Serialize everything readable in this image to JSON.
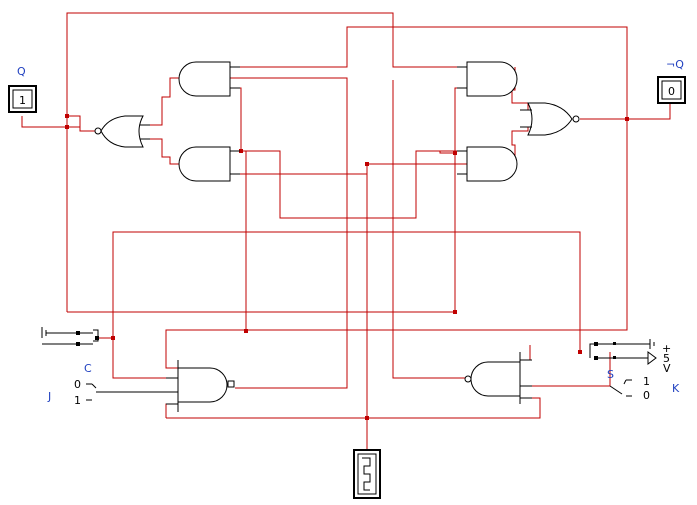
{
  "indicators": {
    "q": {
      "label": "Q",
      "value": "1"
    },
    "not_q": {
      "label": "¬Q",
      "value": "0"
    }
  },
  "switches": {
    "c": {
      "label": "C"
    },
    "j": {
      "label": "J",
      "option_top": "0",
      "option_bottom": "1"
    },
    "s": {
      "label": "S"
    },
    "k": {
      "label": "K",
      "option_top": "1",
      "option_bottom": "0"
    }
  },
  "power": {
    "plus": "+",
    "voltage": "5",
    "unit": "V"
  },
  "colors": {
    "wire": "#c00000",
    "label": "#2040c0",
    "component": "#000000"
  }
}
